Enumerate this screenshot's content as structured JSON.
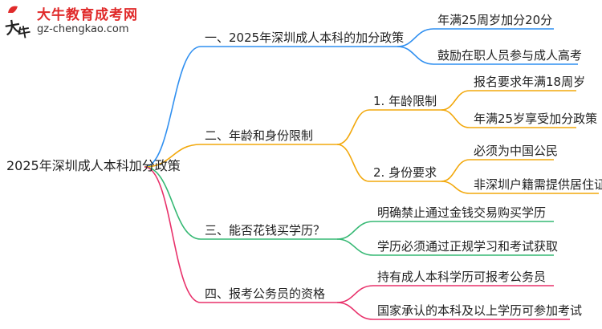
{
  "logo": {
    "title": "大牛教育成考网",
    "url": "gz-chengkao.com",
    "seal": "大牛"
  },
  "colors": {
    "blue": "#2f8ff0",
    "orange": "#f2a80c",
    "green": "#35b873",
    "pink": "#e8306a",
    "seal_red": "#e02a2a"
  },
  "root": "2025年深圳成人本科加分政策",
  "branches": [
    {
      "color": "blue",
      "label": "一、2025年深圳成人本科的加分政策",
      "children": [
        {
          "label": "年满25周岁加分20分"
        },
        {
          "label": "鼓励在职人员参与成人高考"
        }
      ]
    },
    {
      "color": "orange",
      "label": "二、年龄和身份限制",
      "children": [
        {
          "label": "1. 年龄限制",
          "children": [
            "报名要求年满18周岁",
            "年满25岁享受加分政策"
          ]
        },
        {
          "label": "2. 身份要求",
          "children": [
            "必须为中国公民",
            "非深圳户籍需提供居住证明"
          ]
        }
      ]
    },
    {
      "color": "green",
      "label": "三、能否花钱买学历？",
      "children": [
        {
          "label": "明确禁止通过金钱交易购买学历"
        },
        {
          "label": "学历必须通过正规学习和考试获取"
        }
      ]
    },
    {
      "color": "pink",
      "label": "四、报考公务员的资格",
      "children": [
        {
          "label": "持有成人本科学历可报考公务员"
        },
        {
          "label": "国家承认的本科及以上学历可参加考试"
        }
      ]
    }
  ]
}
